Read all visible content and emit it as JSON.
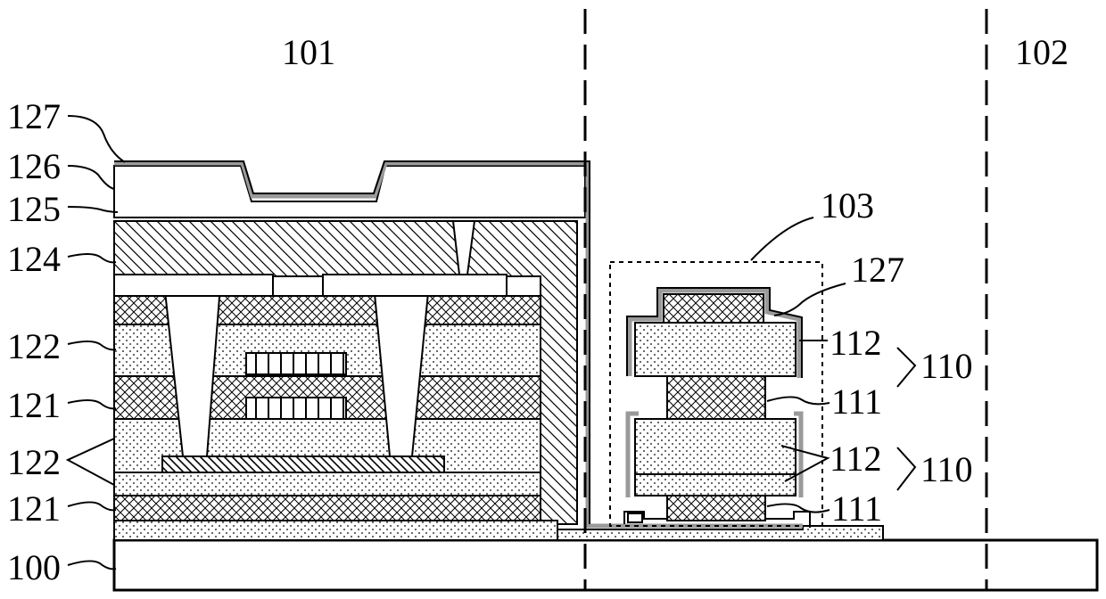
{
  "figure": {
    "regions": {
      "r101": "101",
      "r102": "102",
      "r103": "103"
    },
    "labels": {
      "l127": "127",
      "l126": "126",
      "l125": "125",
      "l124": "124",
      "l122a": "122",
      "l121a": "121",
      "l122b": "122",
      "l121b": "121",
      "l100": "100",
      "r127": "127",
      "r112a": "112",
      "r111a": "111",
      "r110a": "110",
      "r112b": "112",
      "r111b": "111",
      "r110b": "110"
    },
    "colors": {
      "ink": "#000000",
      "background": "#ffffff",
      "shell": "#9a9a9a"
    }
  }
}
